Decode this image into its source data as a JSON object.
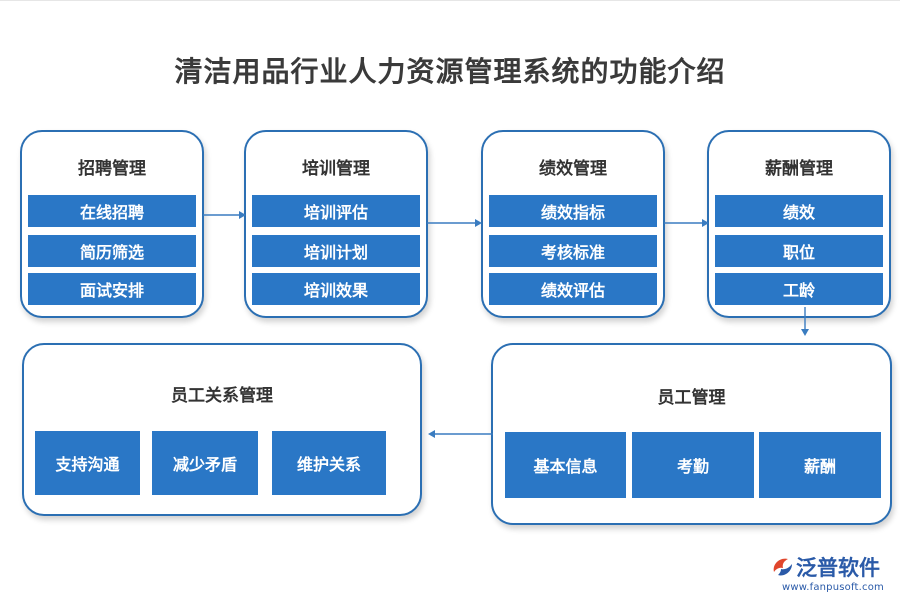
{
  "title": "清洁用品行业人力资源管理系统的功能介绍",
  "modules": {
    "recruit": {
      "title": "招聘管理",
      "items": [
        "在线招聘",
        "简历筛选",
        "面试安排"
      ]
    },
    "training": {
      "title": "培训管理",
      "items": [
        "培训评估",
        "培训计划",
        "培训效果"
      ]
    },
    "performance": {
      "title": "绩效管理",
      "items": [
        "绩效指标",
        "考核标准",
        "绩效评估"
      ]
    },
    "salary": {
      "title": "薪酬管理",
      "items": [
        "绩效",
        "职位",
        "工龄"
      ]
    },
    "employee": {
      "title": "员工管理",
      "items": [
        "基本信息",
        "考勤",
        "薪酬"
      ]
    },
    "relations": {
      "title": "员工关系管理",
      "items": [
        "支持沟通",
        "减少矛盾",
        "维护关系"
      ]
    }
  },
  "logo": {
    "name": "泛普软件",
    "url": "www.fanpusoft.com"
  },
  "colors": {
    "accent": "#2a77c6",
    "border": "#2b6fb3",
    "arrow": "#3a7cc0"
  }
}
